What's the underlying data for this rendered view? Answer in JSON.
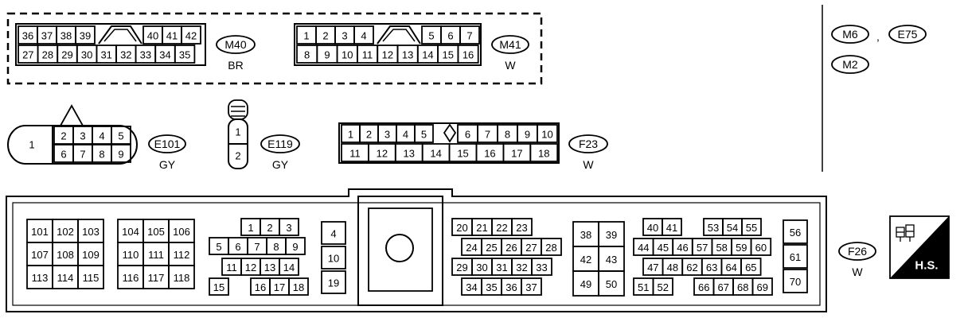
{
  "connectors": {
    "m40": {
      "id": "M40",
      "color": "BR",
      "top": [
        "36",
        "37",
        "38",
        "39",
        "40",
        "41",
        "42"
      ],
      "bottom": [
        "27",
        "28",
        "29",
        "30",
        "31",
        "32",
        "33",
        "34",
        "35"
      ]
    },
    "m41": {
      "id": "M41",
      "color": "W",
      "top": [
        "1",
        "2",
        "3",
        "4",
        "5",
        "6",
        "7"
      ],
      "bottom": [
        "8",
        "9",
        "10",
        "11",
        "12",
        "13",
        "14",
        "15",
        "16"
      ]
    },
    "e101": {
      "id": "E101",
      "color": "GY",
      "main": "1",
      "top": [
        "2",
        "3",
        "4",
        "5"
      ],
      "bottom": [
        "6",
        "7",
        "8",
        "9"
      ]
    },
    "e119": {
      "id": "E119",
      "color": "GY",
      "pins": [
        "1",
        "2"
      ]
    },
    "f23": {
      "id": "F23",
      "color": "W",
      "top": [
        "1",
        "2",
        "3",
        "4",
        "5",
        "6",
        "7",
        "8",
        "9",
        "10"
      ],
      "bottom": [
        "11",
        "12",
        "13",
        "14",
        "15",
        "16",
        "17",
        "18"
      ]
    },
    "f26": {
      "id": "F26",
      "color": "W",
      "groups": [
        [
          "101",
          "102",
          "103",
          "107",
          "108",
          "109",
          "113",
          "114",
          "115"
        ],
        [
          "104",
          "105",
          "106",
          "110",
          "111",
          "112",
          "116",
          "117",
          "118"
        ],
        [
          "1",
          "2",
          "3",
          "5",
          "6",
          "7",
          "8",
          "9",
          "11",
          "12",
          "13",
          "14",
          "15",
          "16",
          "17",
          "18"
        ],
        [
          "4",
          "10",
          "19"
        ],
        [
          "20",
          "21",
          "22",
          "23",
          "24",
          "25",
          "26",
          "27",
          "28",
          "29",
          "30",
          "31",
          "32",
          "33",
          "34",
          "35",
          "36",
          "37"
        ],
        [
          "38",
          "39",
          "42",
          "43",
          "49",
          "50"
        ],
        [
          "40",
          "41",
          "53",
          "54",
          "55",
          "44",
          "45",
          "46",
          "57",
          "58",
          "59",
          "60",
          "47",
          "48",
          "62",
          "63",
          "64",
          "65",
          "51",
          "52",
          "66",
          "67",
          "68",
          "69"
        ],
        [
          "56",
          "61",
          "70"
        ]
      ]
    }
  },
  "refs": {
    "m6": "M6",
    "sep": ",",
    "e75": "E75",
    "m2": "M2"
  },
  "hs_badge": "H.S."
}
